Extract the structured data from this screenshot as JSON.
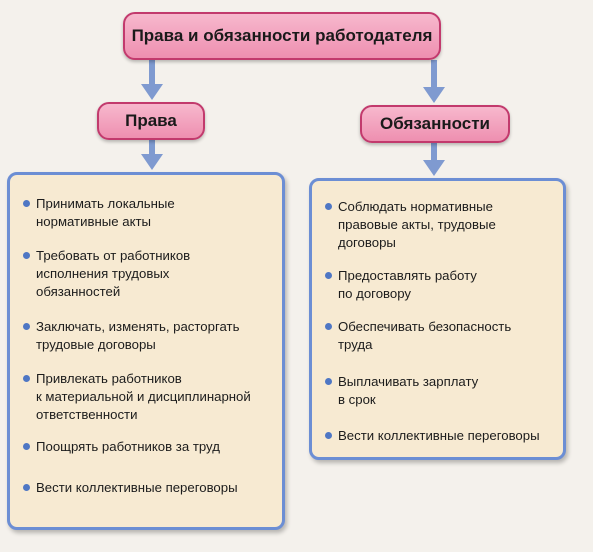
{
  "diagram": {
    "title": "Права и обязанности работодателя",
    "rights": {
      "heading": "Права",
      "items": [
        "Принимать локальные\nнормативные акты",
        "Требовать от работников\nисполнения трудовых\nобязанностей",
        "Заключать, изменять, расторгать\nтрудовые договоры",
        "Привлекать работников\nк материальной и дисциплинарной\nответственности",
        "Поощрять работников за труд",
        "Вести коллективные переговоры"
      ]
    },
    "duties": {
      "heading": "Обязанности",
      "items": [
        "Соблюдать нормативные\nправовые акты, трудовые\nдоговоры",
        "Предоставлять работу\nпо договору",
        "Обеспечивать безопасность\nтруда",
        "Выплачивать зарплату\nв срок",
        "Вести коллективные переговоры"
      ]
    },
    "colors": {
      "pill_fill": "#f2a3bf",
      "pill_border": "#c23a6d",
      "panel_fill": "#f7ead2",
      "panel_border": "#6c8ed4",
      "arrow": "#7f9ad0"
    }
  }
}
